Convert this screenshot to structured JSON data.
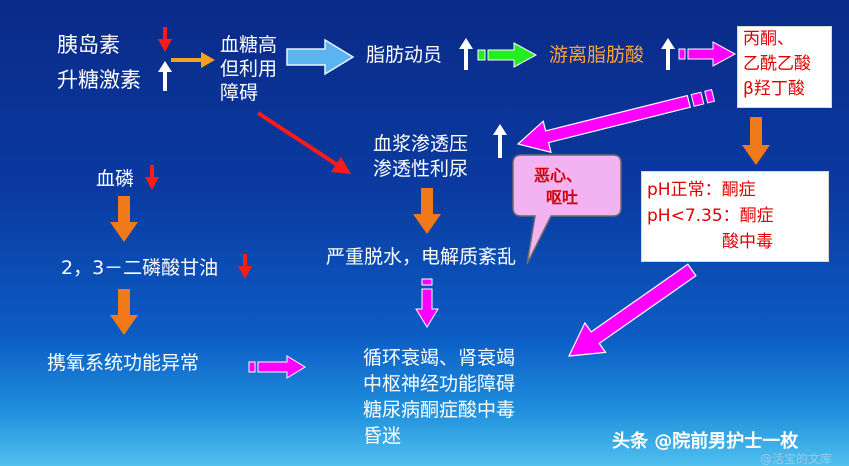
{
  "nodes": {
    "insulin": "胰岛素",
    "glucagon": "升糖激素",
    "hyperglycemia": [
      "血糖高",
      "但利用",
      "障碍"
    ],
    "lipolysis": "脂肪动员",
    "ffa": "游离脂肪酸",
    "ketones": [
      "丙酮、",
      "乙酰乙酸",
      "β羟丁酸"
    ],
    "osmotic": [
      "血浆渗透压",
      "渗透性利尿"
    ],
    "phosphate": "血磷",
    "dpg": "2，3－二磷酸甘油",
    "nausea": [
      "恶心、",
      "呕吐"
    ],
    "ph": [
      "pH正常：酮症",
      "pH<7.35：酮症",
      "酸中毒"
    ],
    "dehydration": "严重脱水，电解质紊乱",
    "oxygen": "携氧系统功能异常",
    "outcomes": [
      "循环衰竭、肾衰竭",
      "中枢神经功能障碍",
      "糖尿病酮症酸中毒",
      "昏迷"
    ]
  },
  "watermark": "头条 @院前男护士一枚",
  "watermark_small": "@活宝的文库",
  "colors": {
    "background_top": "#0a2a88",
    "background_bottom": "#4fc0ee",
    "arrow_orange": "#f07a1a",
    "arrow_magenta": "#ff00ff",
    "arrow_green": "#22ee22",
    "arrow_blue": "#5ab4f0",
    "arrow_red": "#ff1a1a",
    "box_text_red": "#e00000",
    "ffa_text": "#f5a33a"
  }
}
